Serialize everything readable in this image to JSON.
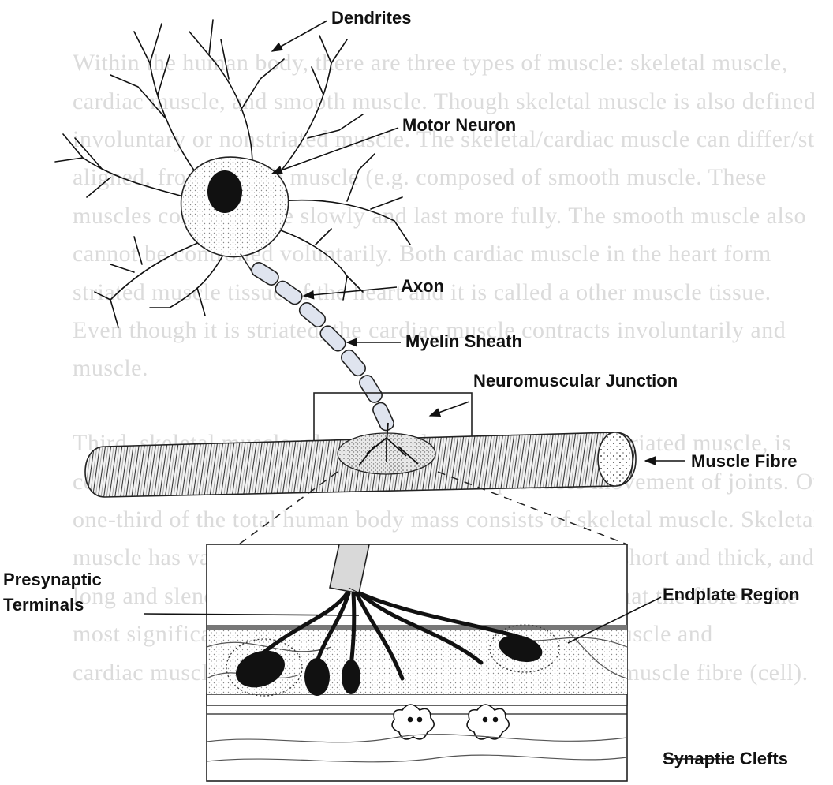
{
  "labels": {
    "dendrites": "Dendrites",
    "motor_neuron": "Motor Neuron",
    "axon": "Axon",
    "myelin_sheath": "Myelin Sheath",
    "neuromuscular_junction": "Neuromuscular Junction",
    "muscle_fibre": "Muscle Fibre",
    "presynaptic_terminals_line1": "Presynaptic",
    "presynaptic_terminals_line2": "Terminals",
    "endplate_region": "Endplate Region",
    "synaptic_clefts": "Synaptic Clefts"
  },
  "background_text": [
    "Within the human body, there are three types of muscle: skeletal muscle,",
    "cardiac muscle, and smooth muscle. Though skeletal muscle is also defined as",
    "involuntary or nonstriated muscle. The skeletal/cardiac muscle can differ/stripe",
    "aligned, from smooth muscle (e.g. composed of smooth muscle. These",
    "muscles contract more slowly and last more fully. The smooth muscle also",
    "cannot be controlled voluntarily. Both cardiac muscle in the heart form",
    "striated muscle tissue of the heart and it is called a other muscle tissue.",
    "Even though it is striated, the cardiac muscle contracts involuntarily and",
    "muscle.",
    "",
    "Third, skeletal muscle, also referred to as voluntary or striated muscle, is",
    "connected to the bones of the skeleton and produces movement of joints. Over",
    "one-third of the total human body mass consists of skeletal muscle. Skeletal",
    "muscle has various forms, such as fusiform, sheet-like, short and thick, and",
    "long and slender. Skeletal muscle has a unique feature that the fibre is the",
    "most significantly distinguished muscle from smooth muscle and",
    "cardiac muscle. The basic unit of skeletal muscle is the muscle fibre (cell)."
  ]
}
